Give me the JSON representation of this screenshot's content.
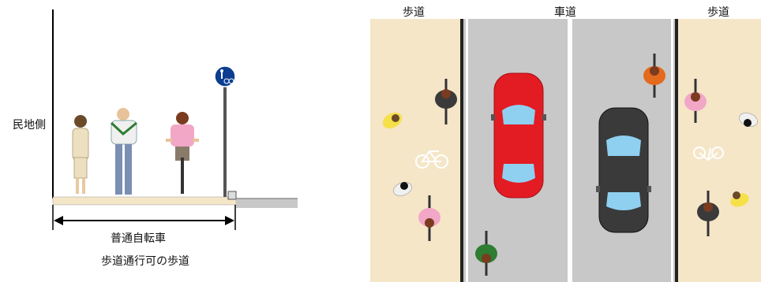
{
  "left_panel": {
    "side_label": "民地側",
    "caption_line1": "普通自転車",
    "caption_line2": "歩道通行可の歩道"
  },
  "right_panel": {
    "sidewalk_left_label": "歩道",
    "roadway_label": "車道",
    "sidewalk_right_label": "歩道"
  },
  "colors": {
    "sidewalk": "#f5e6c8",
    "road": "#c8c8c8",
    "sign_blue": "#0b3d91",
    "red_car": "#e31c23",
    "black_car": "#3a3a3a"
  }
}
